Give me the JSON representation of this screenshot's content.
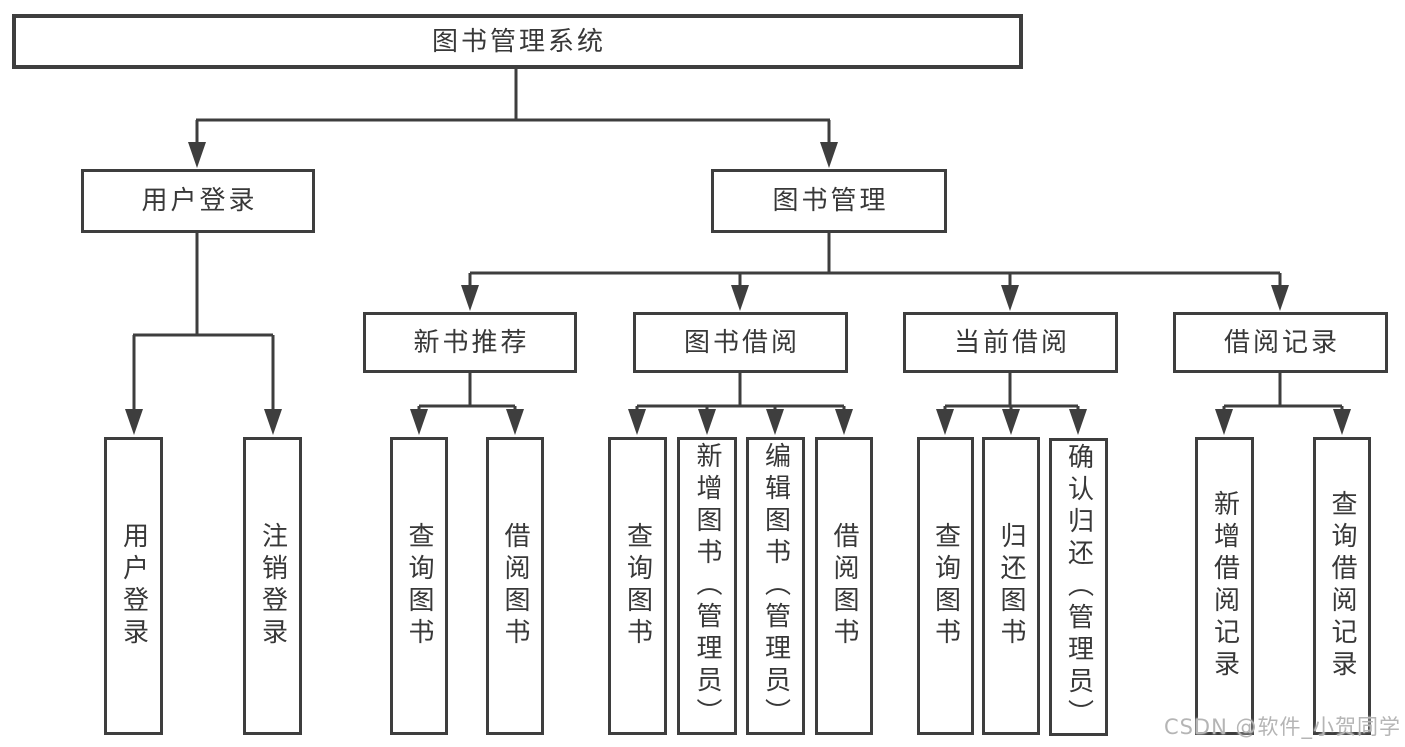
{
  "root": {
    "label": "图书管理系统"
  },
  "branches": [
    {
      "label": "用户登录",
      "children": [
        "用户登录",
        "注销登录"
      ]
    },
    {
      "label": "图书管理",
      "children": [
        {
          "label": "新书推荐",
          "children": [
            "查询图书",
            "借阅图书"
          ]
        },
        {
          "label": "图书借阅",
          "children": [
            "查询图书",
            "新增图书（管理员）",
            "编辑图书（管理员）",
            "借阅图书"
          ]
        },
        {
          "label": "当前借阅",
          "children": [
            "查询图书",
            "归还图书",
            "确认归还（管理员）"
          ]
        },
        {
          "label": "借阅记录",
          "children": [
            "新增借阅记录",
            "查询借阅记录"
          ]
        }
      ]
    }
  ],
  "watermark": {
    "text": "CSDN @软件_小贺同学"
  },
  "colors": {
    "line": "#3e3e3e",
    "text": "#383838",
    "box_background": "#ffffff",
    "page_background": "#ffffff",
    "watermark": "#b5b5b5"
  }
}
